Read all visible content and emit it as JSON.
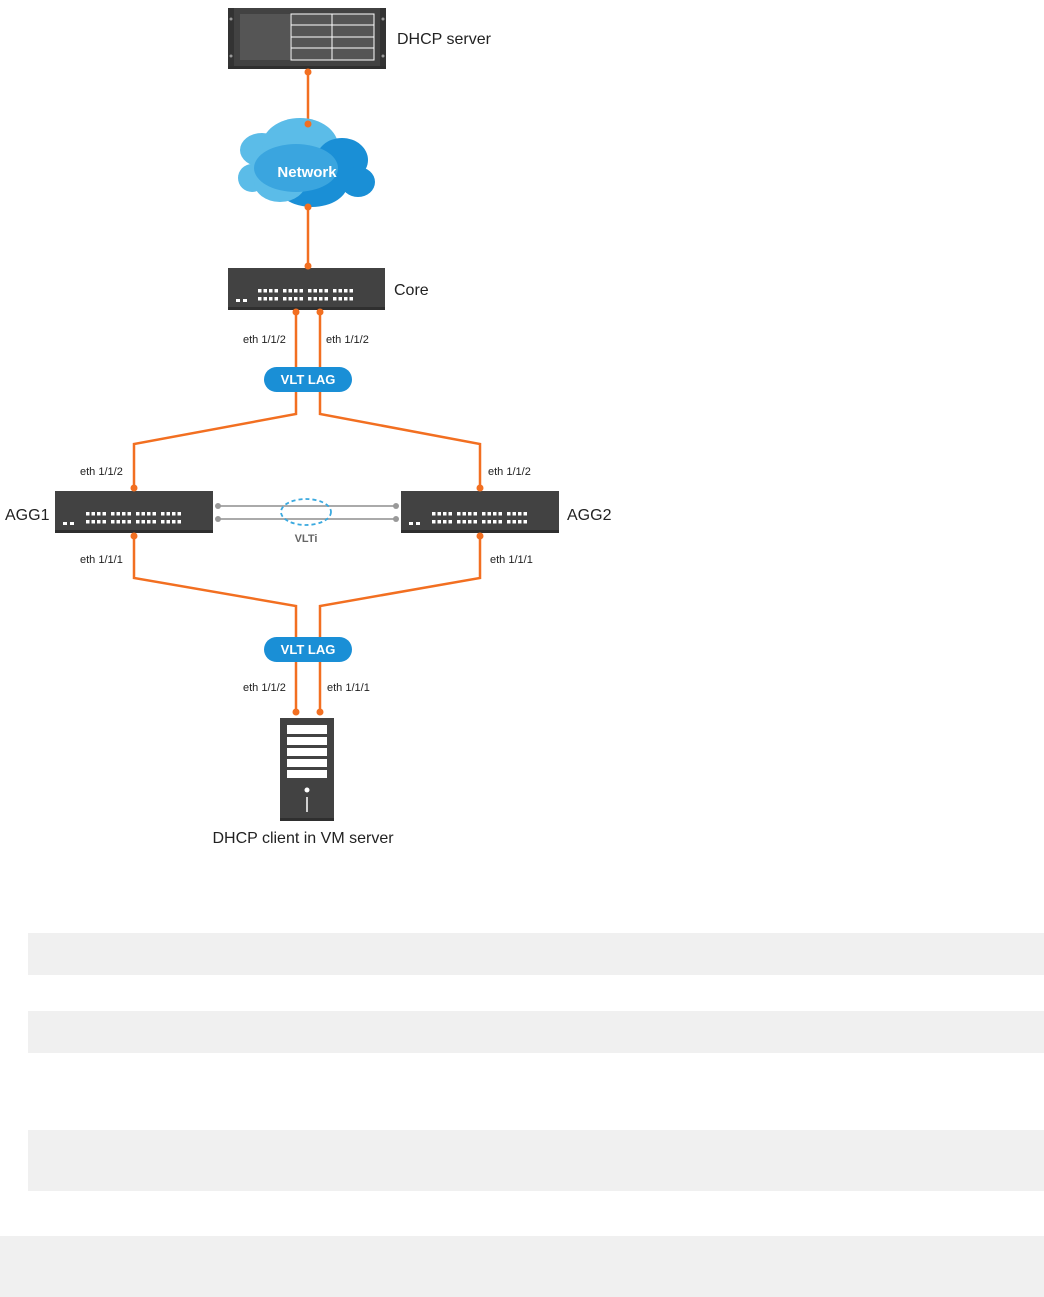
{
  "colors": {
    "link": "#f26f21",
    "pill": "#1a8fd6",
    "cloud_light": "#5bbce8",
    "cloud_dark": "#1a8fd6",
    "device": "#424242",
    "vlti_line": "#aaaaaa",
    "vlti_ring": "#3aa9df",
    "band": "#f0f0f0"
  },
  "diagram": {
    "dhcp_server": {
      "label": "DHCP server",
      "icon": "rack-server-icon"
    },
    "network": {
      "label": "Network",
      "icon": "cloud-icon"
    },
    "core": {
      "label": "Core",
      "icon": "switch-icon",
      "port_left": "eth 1/1/2",
      "port_right": "eth 1/1/2"
    },
    "vlt_lag_top": {
      "label": "VLT LAG"
    },
    "agg1": {
      "label": "AGG1",
      "icon": "switch-icon",
      "port_up": "eth 1/1/2",
      "port_down": "eth 1/1/1"
    },
    "agg2": {
      "label": "AGG2",
      "icon": "switch-icon",
      "port_up": "eth 1/1/2",
      "port_down": "eth 1/1/1"
    },
    "vlti": {
      "label": "VLTi"
    },
    "vlt_lag_bottom": {
      "label": "VLT LAG"
    },
    "client": {
      "label": "DHCP client in VM server",
      "icon": "tower-server-icon",
      "port_left": "eth 1/1/2",
      "port_right": "eth 1/1/1"
    }
  }
}
